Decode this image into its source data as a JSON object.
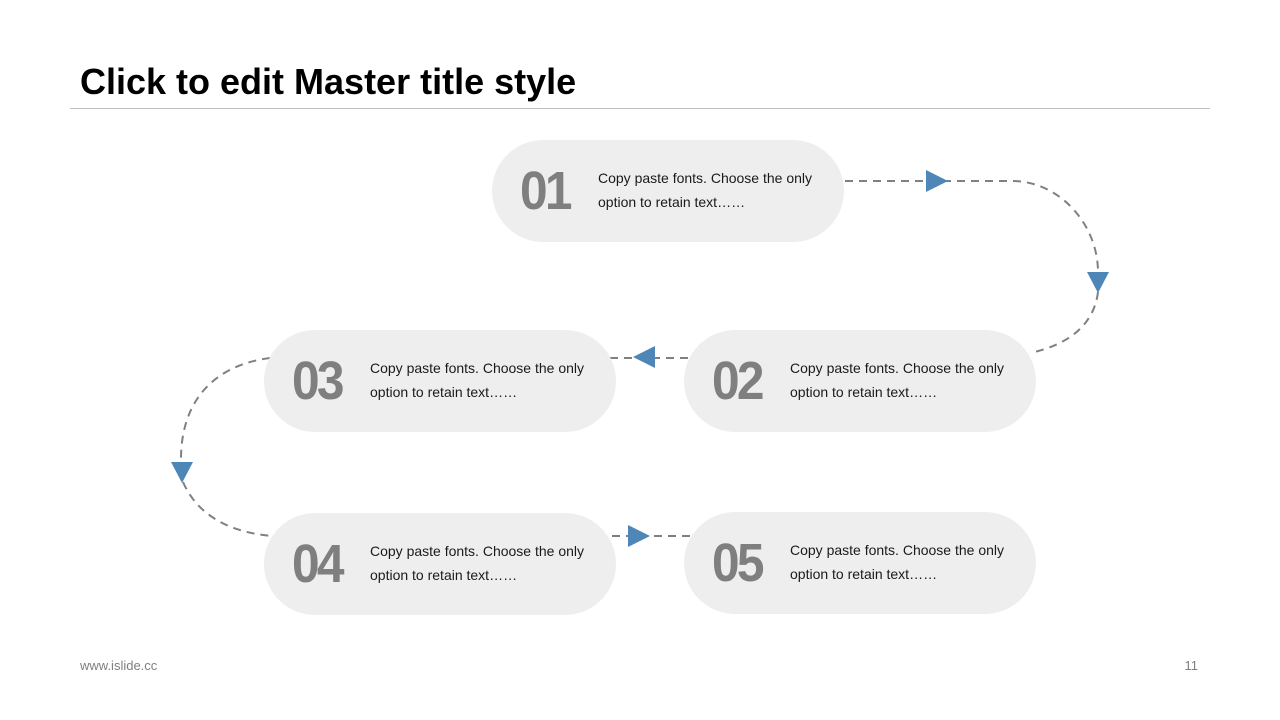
{
  "slide": {
    "title": "Click to edit Master title style",
    "footer_url": "www.islide.cc",
    "page_number": "11"
  },
  "colors": {
    "pill_bg": "#eeeeee",
    "number": "#7f7f7f",
    "arrow": "#4f86b8",
    "dash": "#808080"
  },
  "steps": [
    {
      "number": "01",
      "text_line1": "Copy paste fonts. Choose the only",
      "text_line2": "option to retain text……"
    },
    {
      "number": "02",
      "text_line1": "Copy paste fonts. Choose the only",
      "text_line2": "option to retain text……"
    },
    {
      "number": "03",
      "text_line1": "Copy paste fonts. Choose the only",
      "text_line2": "option to retain text……"
    },
    {
      "number": "04",
      "text_line1": "Copy paste fonts. Choose the only",
      "text_line2": "option to retain text……"
    },
    {
      "number": "05",
      "text_line1": "Copy paste fonts. Choose the only",
      "text_line2": "option to retain text……"
    }
  ]
}
